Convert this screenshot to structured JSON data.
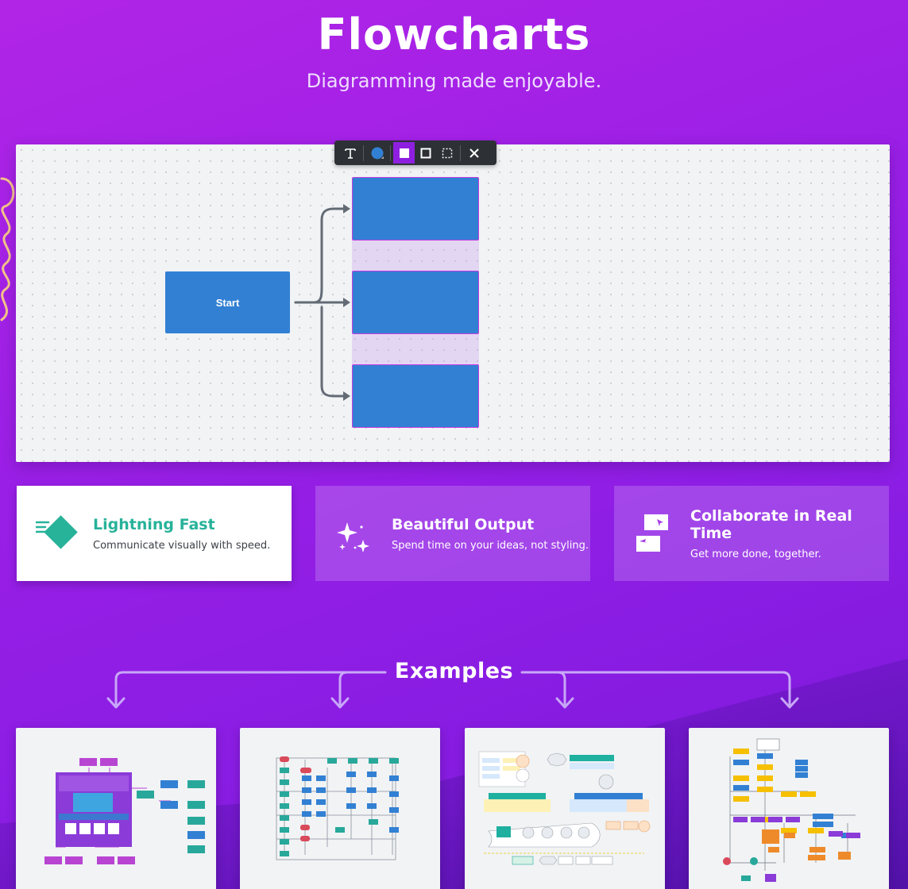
{
  "hero": {
    "title": "Flowcharts",
    "subtitle": "Diagramming made enjoyable."
  },
  "canvas": {
    "start_node_label": "Start",
    "toolbar": {
      "items": [
        "text-tool",
        "color-picker",
        "fill-style",
        "outline-style",
        "dashed-style",
        "close"
      ]
    },
    "colors": {
      "node": "#3280d3",
      "connector": "#636b75",
      "selection": "#c33ddf"
    }
  },
  "features": [
    {
      "title": "Lightning Fast",
      "description": "Communicate visually with speed.",
      "icon": "diamond-speed-icon",
      "accent": "#27b29a"
    },
    {
      "title": "Beautiful Output",
      "description": "Spend time on your ideas, not styling.",
      "icon": "sparkles-icon"
    },
    {
      "title": "Collaborate in Real Time",
      "description": "Get more done, together.",
      "icon": "collaborate-cursors-icon"
    }
  ],
  "examples": {
    "heading": "Examples",
    "cards": [
      {
        "name": "example-website-flow"
      },
      {
        "name": "example-process-flow"
      },
      {
        "name": "example-system-flow"
      },
      {
        "name": "example-decision-flow"
      }
    ]
  }
}
